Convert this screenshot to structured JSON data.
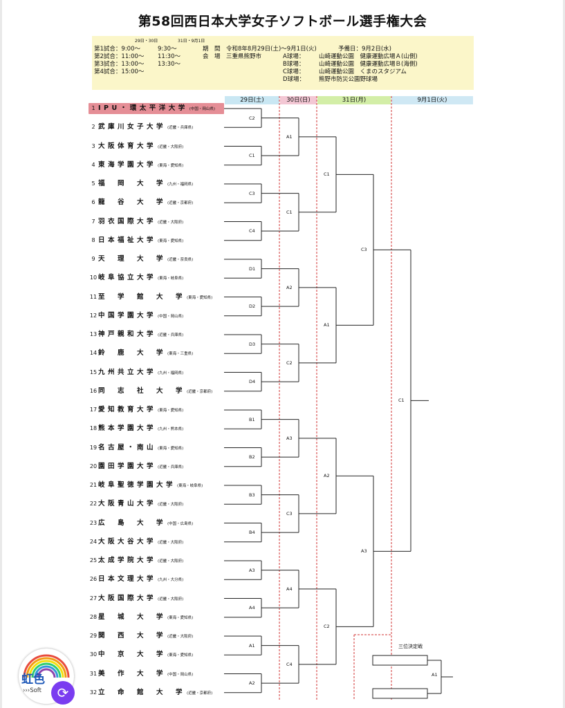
{
  "title": "第58回西日本大学女子ソフトボール選手権大会",
  "info": {
    "date_header_1": "29日・30日",
    "date_header_2": "31日・9月1日",
    "rows": [
      {
        "game": "第1試合：9:00～",
        "t2": "9:30～"
      },
      {
        "game": "第2試合：11:00～",
        "t2": "11:30～"
      },
      {
        "game": "第3試合：13:00～",
        "t2": "13:30～"
      },
      {
        "game": "第4試合：15:00～",
        "t2": ""
      }
    ],
    "period_label": "期　間",
    "period_value": "令和8年8月29日(土)～9月1日(火)",
    "reserve_day": "予備日：9月2日(水)",
    "venue_label": "会　場",
    "venue_value": "三重県熊野市",
    "fields": [
      {
        "name": "A球場：",
        "value": "山崎運動公園　健康運動広場Ａ(山側)"
      },
      {
        "name": "B球場：",
        "value": "山崎運動公園　健康運動広場Ｂ(海側)"
      },
      {
        "name": "C球場：",
        "value": "山崎運動公園　くまのスタジアム"
      },
      {
        "name": "D球場：",
        "value": "熊野市防災公園野球場"
      }
    ]
  },
  "days": [
    "29日(土)",
    "30日(日)",
    "31日(月)",
    "9月1日(火)"
  ],
  "colors": {
    "day1": "#c9e7f3",
    "day2": "#f3c7d4",
    "day3": "#d3eea7",
    "day4": "#cfe8f4",
    "highlight": "#e58e96",
    "redline": "#d03030",
    "infobg": "#fbf6c9"
  },
  "teams": [
    {
      "num": "1",
      "name": "IPU・環太平洋大学",
      "pref": "(中国・岡山県)"
    },
    {
      "num": "2",
      "name": "武庫川女子大学",
      "pref": "(近畿・兵庫県)"
    },
    {
      "num": "3",
      "name": "大阪体育大学",
      "pref": "(近畿・大阪府)"
    },
    {
      "num": "4",
      "name": "東海学園大学",
      "pref": "(東海・愛知県)"
    },
    {
      "num": "5",
      "name": "福　岡　大　学",
      "pref": "(九州・福岡県)"
    },
    {
      "num": "6",
      "name": "龍　谷　大　学",
      "pref": "(近畿・京都府)"
    },
    {
      "num": "7",
      "name": "羽衣国際大学",
      "pref": "(近畿・大阪府)"
    },
    {
      "num": "8",
      "name": "日本福祉大学",
      "pref": "(東海・愛知県)"
    },
    {
      "num": "9",
      "name": "天　理　大　学",
      "pref": "(近畿・奈良県)"
    },
    {
      "num": "10",
      "name": "岐阜協立大学",
      "pref": "(東海・岐阜県)"
    },
    {
      "num": "11",
      "name": "至　学　館　大　学",
      "pref": "(東海・愛知県)"
    },
    {
      "num": "12",
      "name": "中国学園大学",
      "pref": "(中国・岡山県)"
    },
    {
      "num": "13",
      "name": "神戸親和大学",
      "pref": "(近畿・兵庫県)"
    },
    {
      "num": "14",
      "name": "鈴　鹿　大　学",
      "pref": "(東海・三重県)"
    },
    {
      "num": "15",
      "name": "九州共立大学",
      "pref": "(九州・福岡県)"
    },
    {
      "num": "16",
      "name": "同　志　社　大　学",
      "pref": "(近畿・京都府)"
    },
    {
      "num": "17",
      "name": "愛知教育大学",
      "pref": "(東海・愛知県)"
    },
    {
      "num": "18",
      "name": "熊本学園大学",
      "pref": "(九州・熊本県)"
    },
    {
      "num": "19",
      "name": "名古屋・南山",
      "pref": "(東海・愛知県)"
    },
    {
      "num": "20",
      "name": "園田学園大学",
      "pref": "(近畿・兵庫県)"
    },
    {
      "num": "21",
      "name": "岐阜聖徳学園大学",
      "pref": "(東海・岐阜県)"
    },
    {
      "num": "22",
      "name": "大阪青山大学",
      "pref": "(近畿・大阪府)"
    },
    {
      "num": "23",
      "name": "広　島　大　学",
      "pref": "(中国・広島県)"
    },
    {
      "num": "24",
      "name": "大阪大谷大学",
      "pref": "(近畿・大阪府)"
    },
    {
      "num": "25",
      "name": "太成学院大学",
      "pref": "(近畿・大阪府)"
    },
    {
      "num": "26",
      "name": "日本文理大学",
      "pref": "(九州・大分県)"
    },
    {
      "num": "27",
      "name": "大阪国際大学",
      "pref": "(近畿・大阪府)"
    },
    {
      "num": "28",
      "name": "星　城　大　学",
      "pref": "(東海・愛知県)"
    },
    {
      "num": "29",
      "name": "関　西　大　学",
      "pref": "(近畿・大阪府)"
    },
    {
      "num": "30",
      "name": "中　京　大　学",
      "pref": "(東海・愛知県)"
    },
    {
      "num": "31",
      "name": "美　作　大　学",
      "pref": "(中国・岡山県)"
    },
    {
      "num": "32",
      "name": "立　命　館　大　学",
      "pref": "(近畿・京都府)"
    }
  ],
  "round1": [
    "C2",
    "C1",
    "C3",
    "C4",
    "D1",
    "D2",
    "D3",
    "D4",
    "B1",
    "B2",
    "B3",
    "B4",
    "A3",
    "A4",
    "A1",
    "A2"
  ],
  "round2": [
    "A1",
    "C1",
    "A2",
    "C2",
    "A3",
    "C3",
    "A4",
    "C4"
  ],
  "round3": [
    "C1",
    "A1",
    "A2",
    "C2"
  ],
  "semis": [
    "C3",
    "A3"
  ],
  "final": "C1",
  "third_place": {
    "label": "三位決定戦",
    "game": "A1"
  },
  "logo": {
    "text": "虹色",
    "sub": "›››Soft"
  }
}
